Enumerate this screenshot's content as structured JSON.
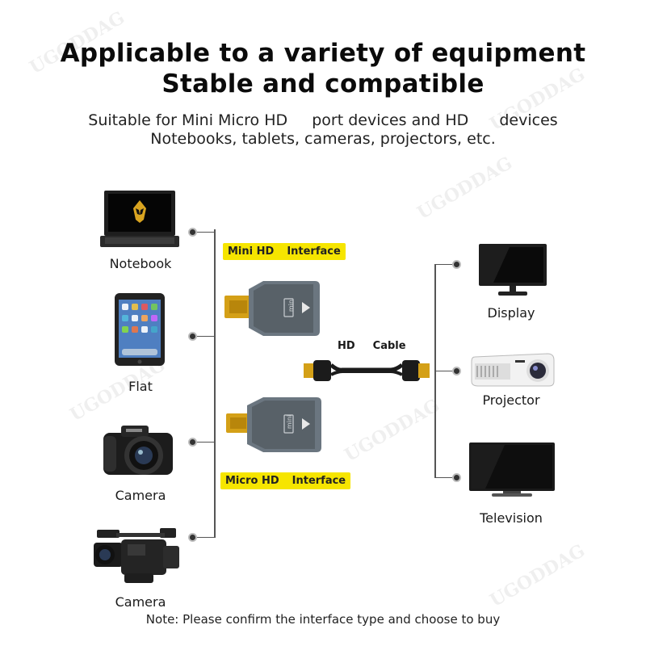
{
  "heading": {
    "line1": "Applicable to a variety of equipment",
    "line2": "Stable and compatible"
  },
  "subheading": {
    "line1_part1": "Suitable for Mini Micro HD",
    "line1_part2": "port devices and HD",
    "line1_part3": "devices",
    "line2": "Notebooks, tablets, cameras, projectors, etc."
  },
  "source_devices": [
    {
      "label": "Notebook",
      "icon": "laptop-icon"
    },
    {
      "label": "Flat",
      "icon": "tablet-icon"
    },
    {
      "label": "Camera",
      "icon": "camera-icon"
    },
    {
      "label": "Camera",
      "icon": "camcorder-icon"
    }
  ],
  "target_devices": [
    {
      "label": "Display",
      "icon": "monitor-icon"
    },
    {
      "label": "Projector",
      "icon": "projector-icon"
    },
    {
      "label": "Television",
      "icon": "tv-icon"
    }
  ],
  "adapters": {
    "mini": {
      "part1": "Mini HD",
      "part2": "Interface"
    },
    "micro": {
      "part1": "Micro HD",
      "part2": "Interface"
    },
    "adapter_text": "mini"
  },
  "cable": {
    "part1": "HD",
    "part2": "Cable"
  },
  "note": "Note: Please confirm the interface type and choose to buy",
  "watermark": "UGODDAG",
  "colors": {
    "tag": "#f6e500",
    "adapter": "#6b7680",
    "gold": "#d4a017"
  }
}
